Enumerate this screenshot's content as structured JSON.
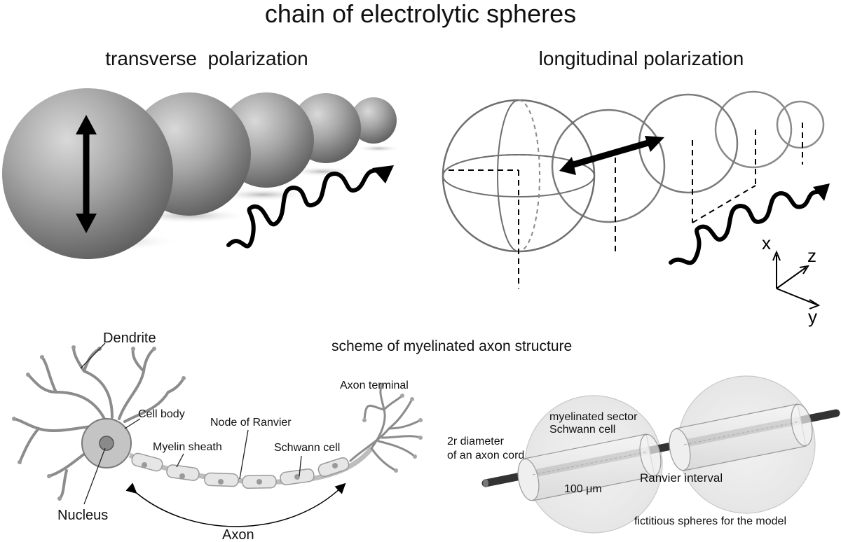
{
  "title": "chain of electrolytic spheres",
  "panels": {
    "transverse": {
      "title": "transverse  polarization"
    },
    "longitudinal": {
      "title": "longitudinal polarization"
    },
    "axes": {
      "x": "x",
      "y": "y",
      "z": "z"
    }
  },
  "neuron": {
    "labels": {
      "dendrite": "Dendrite",
      "cell_body": "Cell body",
      "node_of_ranvier": "Node of Ranvier",
      "axon_terminal": "Axon terminal",
      "myelin_sheath": "Myelin sheath",
      "schwann_cell": "Schwann cell",
      "nucleus": "Nucleus",
      "axon": "Axon"
    }
  },
  "axon_scheme": {
    "title": "scheme of myelinated axon structure",
    "labels": {
      "myelinated_sector": "myelinated sector",
      "schwann_cell": "Schwann cell",
      "diameter_line1": "2r diameter",
      "diameter_line2": "of an axon cord",
      "length": "100 μm",
      "ranvier_interval": "Ranvier interval",
      "fictitious_spheres": "fictitious spheres for the model"
    }
  },
  "colors": {
    "sphere_shade": "#7a7a7a",
    "outline": "#6e6e6e",
    "arrow": "#000000"
  }
}
